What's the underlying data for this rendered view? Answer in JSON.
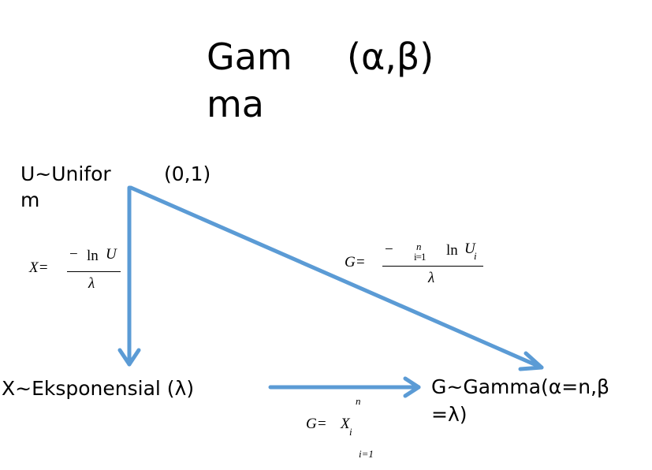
{
  "title": {
    "word_line1": "Gam",
    "word_line2": "ma",
    "params": "(α,β)"
  },
  "nodes": {
    "uniform": {
      "line1": "U~Unifor",
      "line2": "m",
      "params": "(0,1)"
    },
    "exponential": {
      "label": "X~Eksponensial (λ)"
    },
    "gamma": {
      "line1": "G~Gamma(α=n,β",
      "line2": "=λ)"
    }
  },
  "formulas": {
    "x_from_u": {
      "lhs": "X=",
      "num_minus": "−",
      "num_ln": "ln",
      "num_var": "U",
      "den": "λ"
    },
    "g_from_u": {
      "lhs": "G=",
      "num_minus": "−",
      "sum_top": "n",
      "sum_bottom": "i=1",
      "num_ln": "ln",
      "num_var": "U",
      "num_sub": "i",
      "den": "λ"
    },
    "g_from_x": {
      "lhs": "G=",
      "sum_top": "n",
      "var": "X",
      "var_sub": "i",
      "sum_bottom": "i=1"
    }
  },
  "colors": {
    "arrow": "#5B9BD5"
  }
}
